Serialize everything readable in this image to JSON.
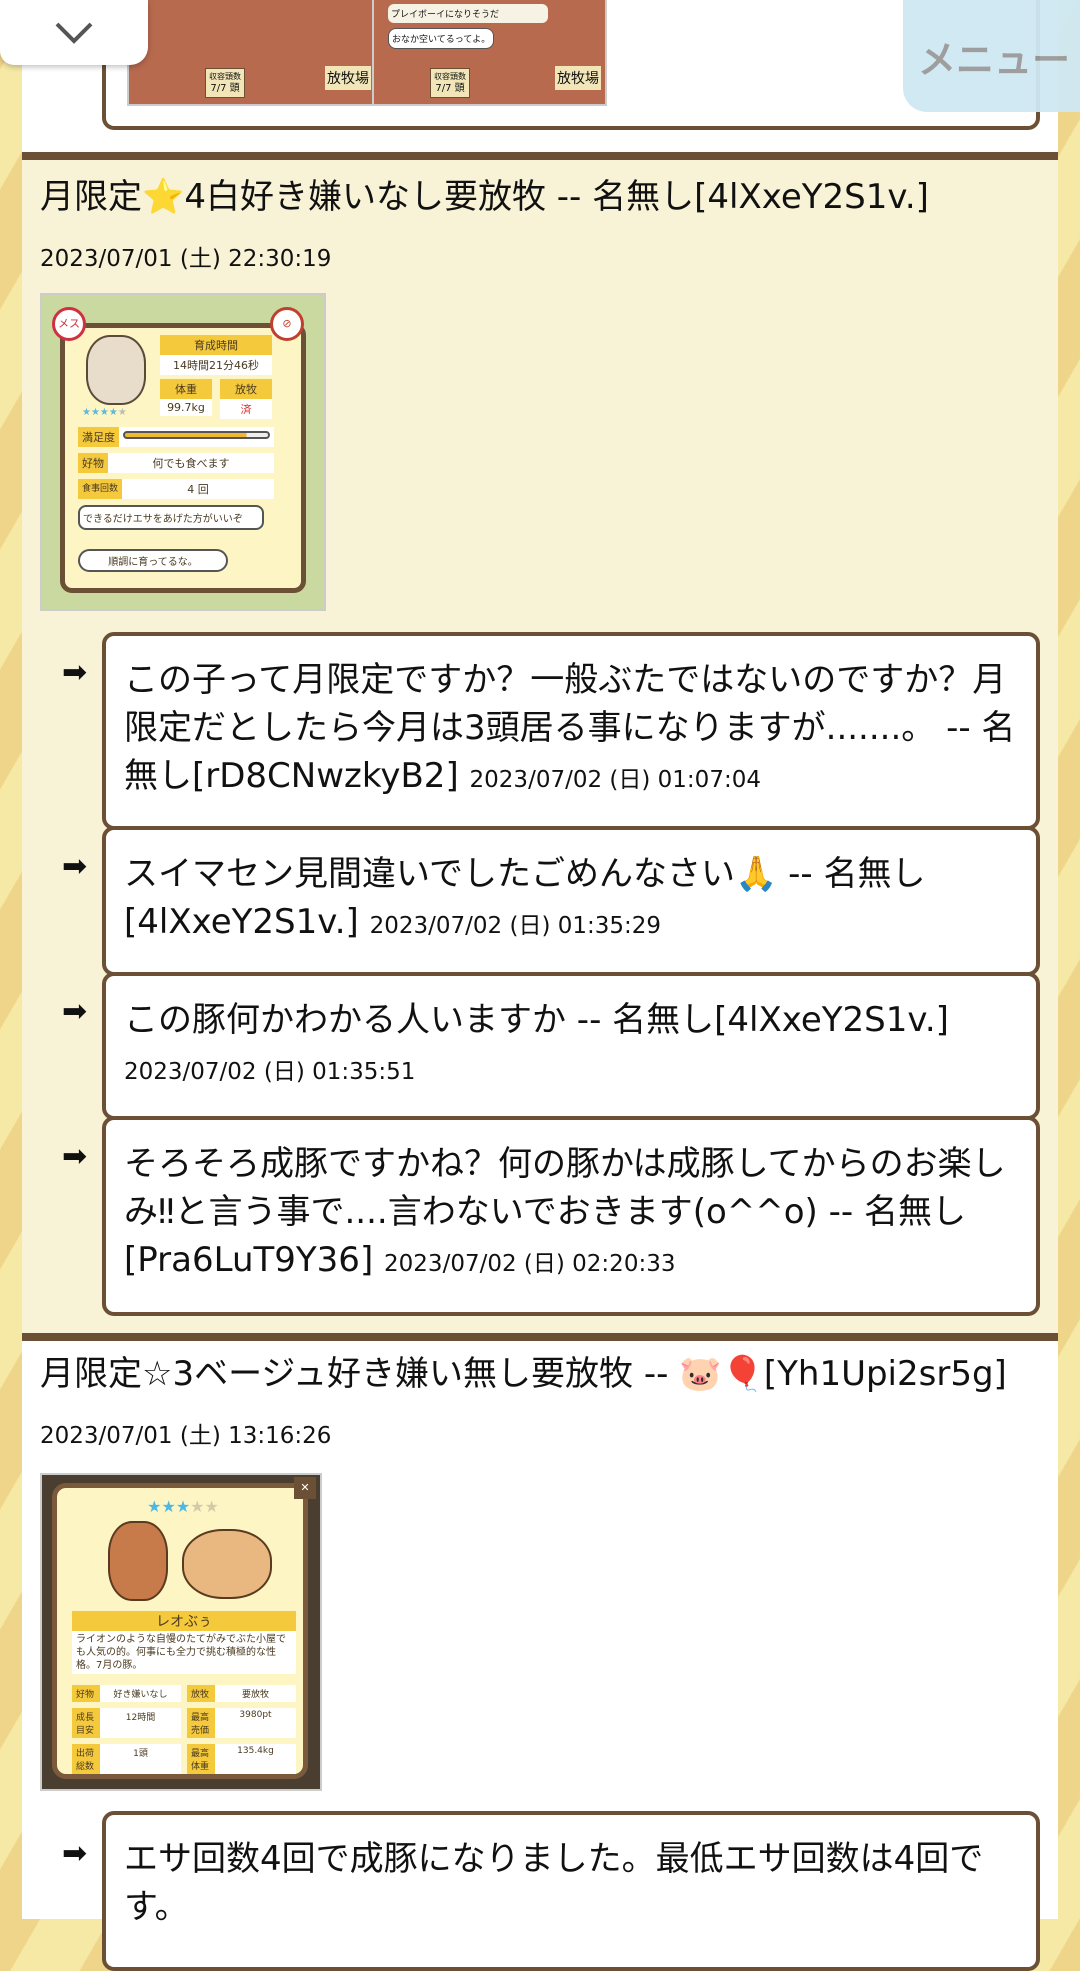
{
  "nav": {
    "menu_label": "メニュー",
    "collapse_icon": "chevron-down-icon"
  },
  "prev_post": {
    "images": [
      {
        "sign": "放牧場",
        "count_label": "収容頭数",
        "count": "7/7 頭"
      },
      {
        "sign": "放牧場",
        "count_label": "収容頭数",
        "count": "7/7 頭",
        "bubble1": "プレイボーイになりそうだ",
        "bubble2": "おなか空いてるってよ。"
      }
    ]
  },
  "posts": [
    {
      "title": "月限定⭐4白好き嫌いなし要放牧 -- 名無し[4lXxeY2S1v.]",
      "date": "2023/07/01 (土) 22:30:19",
      "image": {
        "time_label": "育成時間",
        "time": "14時間21分46秒",
        "weight_label": "体重",
        "weight": "99.7kg",
        "graze_label": "放牧",
        "graze": "済",
        "satisfaction_label": "満足度",
        "satisfaction": 0.85,
        "fav_label": "好物",
        "fav": "何でも食べます",
        "meals_label": "食事回数",
        "meals": "4 回",
        "bubble1": "できるだけエサをあげた方がいいぞ",
        "bubble2": "順調に育ってるな。",
        "gender": "メス",
        "stars": 4
      },
      "replies": [
        {
          "text": "この子って月限定ですか？一般ぶたではないのですか？月限定だとしたら今月は3頭居る事になりますが.......。 -- 名無し[rD8CNwzkyB2]",
          "date": "2023/07/02 (日) 01:07:04"
        },
        {
          "text": "スイマセン見間違いでしたごめんなさい🙏 -- 名無し[4lXxeY2S1v.]",
          "date": "2023/07/02 (日) 01:35:29"
        },
        {
          "text": "この豚何かわかる人いますか -- 名無し[4lXxeY2S1v.]",
          "date": "2023/07/02 (日) 01:35:51"
        },
        {
          "text": "そろそろ成豚ですかね？何の豚かは成豚してからのお楽しみ‼と言う事で....言わないでおきます(o^^o) -- 名無し[Pra6LuT9Y36]",
          "date": "2023/07/02 (日) 02:20:33"
        }
      ]
    },
    {
      "title": "月限定☆3ベージュ好き嫌い無し要放牧 -- 🐷🎈[Yh1Upi2sr5g]",
      "date": "2023/07/01 (土) 13:16:26",
      "image": {
        "name": "レオぶぅ",
        "desc": "ライオンのような自慢のたてがみでぶた小屋でも人気の的。何事にも全力で挑む積極的な性格。7月の豚。",
        "stars": 3,
        "stats": [
          {
            "label": "好物",
            "value": "好き嫌いなし"
          },
          {
            "label": "放牧",
            "value": "要放牧"
          },
          {
            "label": "成長目安",
            "value": "12時間"
          },
          {
            "label": "最高売価",
            "value": "3980pt"
          },
          {
            "label": "出荷総数",
            "value": "1頭"
          },
          {
            "label": "最高体重",
            "value": "135.4kg"
          }
        ]
      },
      "replies": [
        {
          "text": "エサ回数4回で成豚になりました。最低エサ回数は4回です。"
        }
      ]
    }
  ],
  "arrow_icon": "➡"
}
